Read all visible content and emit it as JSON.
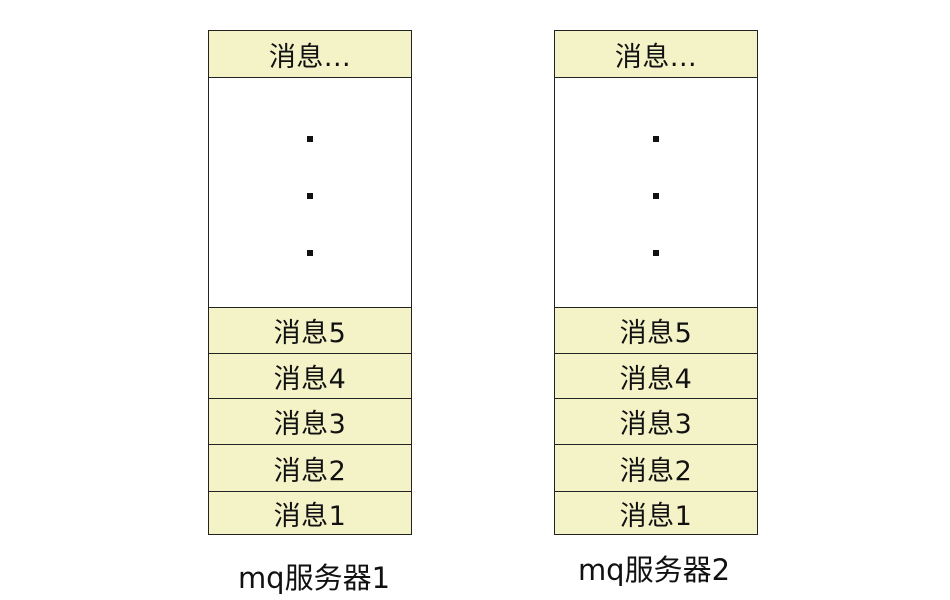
{
  "servers": [
    {
      "label": "mq服务器1",
      "top_message": "消息...",
      "ellipsis_dots": [
        "·",
        "·",
        "·"
      ],
      "messages": [
        "消息5",
        "消息4",
        "消息3",
        "消息2",
        "消息1"
      ]
    },
    {
      "label": "mq服务器2",
      "top_message": "消息...",
      "ellipsis_dots": [
        "·",
        "·",
        "·"
      ],
      "messages": [
        "消息5",
        "消息4",
        "消息3",
        "消息2",
        "消息1"
      ]
    }
  ],
  "colors": {
    "message_fill": "#f4f2c7",
    "border": "#222222"
  }
}
